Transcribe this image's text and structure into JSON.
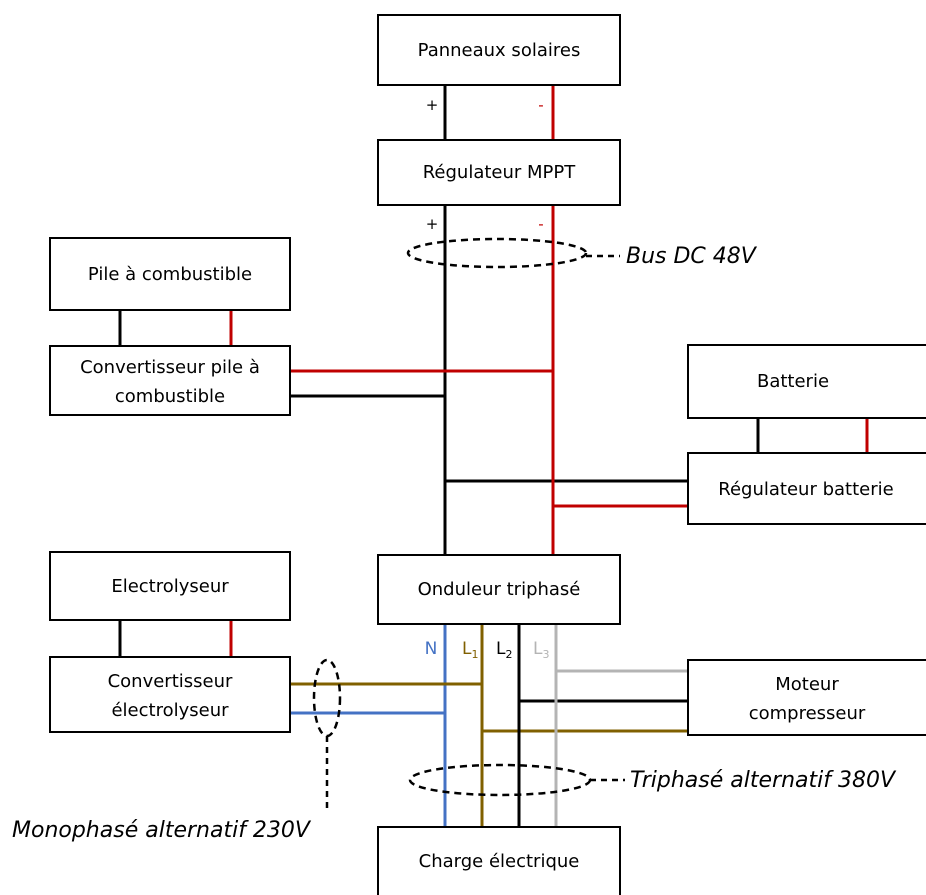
{
  "blocks": {
    "solar_panels": "Panneaux solaires",
    "mppt": "Régulateur MPPT",
    "fuel_cell": "Pile à combustible",
    "fuel_cell_converter_line1": "Convertisseur pile à",
    "fuel_cell_converter_line2": "combustible",
    "battery": "Batterie",
    "battery_regulator": "Régulateur batterie",
    "electrolyser": "Electrolyseur",
    "inverter": "Onduleur triphasé",
    "electrolyser_converter_line1": "Convertisseur",
    "electrolyser_converter_line2": "électrolyseur",
    "compressor_line1": "Moteur",
    "compressor_line2": "compresseur",
    "load": "Charge électrique"
  },
  "terminals": {
    "plus": "+",
    "minus": "-"
  },
  "phases": {
    "n": "N",
    "l": "L",
    "sub1": "1",
    "sub2": "2",
    "sub3": "3"
  },
  "annotations": {
    "dc_bus": "Bus DC 48V",
    "three_phase": "Triphasé alternatif 380V",
    "single_phase": "Monophasé alternatif 230V"
  },
  "colors": {
    "positive_wire": "#000000",
    "negative_wire": "#c00000",
    "neutral_wire": "#4472c4",
    "l1_wire": "#806000",
    "l2_wire": "#000000",
    "l3_wire": "#b4b4b4"
  }
}
